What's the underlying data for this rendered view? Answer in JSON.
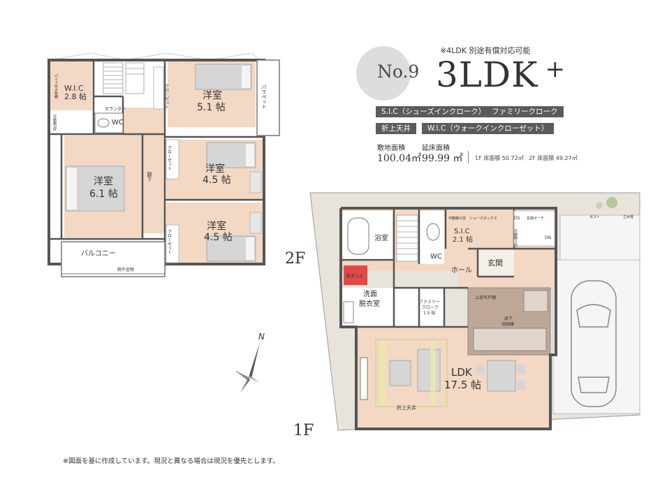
{
  "header": {
    "plan_no": "No.9",
    "note": "※4LDK 別途有償対応可能",
    "layout": "3LDK",
    "plus": "+"
  },
  "tags": [
    "S.I.C（シューズインクローク）",
    "ファミリークローク",
    "折上天井",
    "W.I.C（ウォークインクローゼット）"
  ],
  "areas": {
    "site_label": "敷地面積",
    "site_value": "100.04㎡",
    "floor_label": "延床面積",
    "floor_value": "99.99 ㎡",
    "f1": "1F 床面積 50.72㎡",
    "f2": "2F 床面積 49.27㎡"
  },
  "floors": {
    "f2": "2F",
    "f1": "1F"
  },
  "compass": "N",
  "footnote": "※図面を基に作成しています。現況と異なる場合は現況を優先とします。",
  "plan2f": {
    "wic": "W.I.C",
    "wic_size": "2.8 帖",
    "room_a": "洋室",
    "room_a_size": "5.1 帖",
    "room_b": "洋室",
    "room_b_size": "4.5 帖",
    "room_c": "洋室",
    "room_c_size": "4.5 帖",
    "room_d": "洋室",
    "room_d_size": "6.1 帖",
    "wc": "WC",
    "balcony": "バルコニー",
    "parapet": "パラペット",
    "hall": "廊下",
    "closet": "クローゼット",
    "pipe": "パイプ付き枕棚",
    "curtain": "カランター",
    "movable": "可動棚2段",
    "rail": "物干金物"
  },
  "plan1f": {
    "bath": "浴室",
    "wc": "WC",
    "sic": "S.I.C",
    "sic_size": "2.1 帖",
    "hall": "ホール",
    "entrance": "玄関",
    "washroom": "洗面\n脱衣室",
    "family_closet": "ファミリー\nクローク\n1.5 帖",
    "ldk": "LDK",
    "ldk_size": "17.5 帖",
    "ceiling": "折上天井",
    "shoebox": "シューズボックス",
    "ds": "DS",
    "porch": "玄関ポーチ",
    "shelf6": "可動棚６段",
    "shelf4": "可動棚４段",
    "upper_cabinet": "上部吊戸棚",
    "floor_storage": "床下\n収納庫",
    "dryer": "乾太くん",
    "post": "ポスト",
    "faucet": "立水栓",
    "dn": "DN"
  }
}
